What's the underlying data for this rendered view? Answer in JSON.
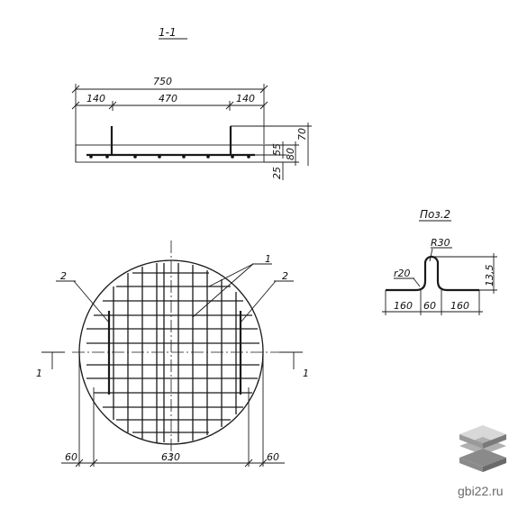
{
  "section": {
    "title": "1-1",
    "dims": {
      "total": "750",
      "left": "140",
      "middle": "470",
      "right": "140",
      "h70": "70",
      "h80": "80",
      "h55": "55",
      "h25": "25"
    }
  },
  "detail": {
    "title": "Поз.2",
    "radius_top": "R30",
    "radius_bottom": "r20",
    "height": "13,5",
    "dims": {
      "left": "160",
      "middle": "60",
      "right": "160"
    }
  },
  "plan": {
    "callout_1": "1",
    "callout_2_left": "2",
    "callout_2_right": "2",
    "cut_left": "1",
    "cut_right": "1",
    "dims": {
      "left": "60",
      "middle": "630",
      "right": "60"
    }
  },
  "watermark": {
    "text": "gbi22.ru",
    "colors": [
      "#d8d8d8",
      "#b0b0b0",
      "#8a8a8a"
    ]
  }
}
